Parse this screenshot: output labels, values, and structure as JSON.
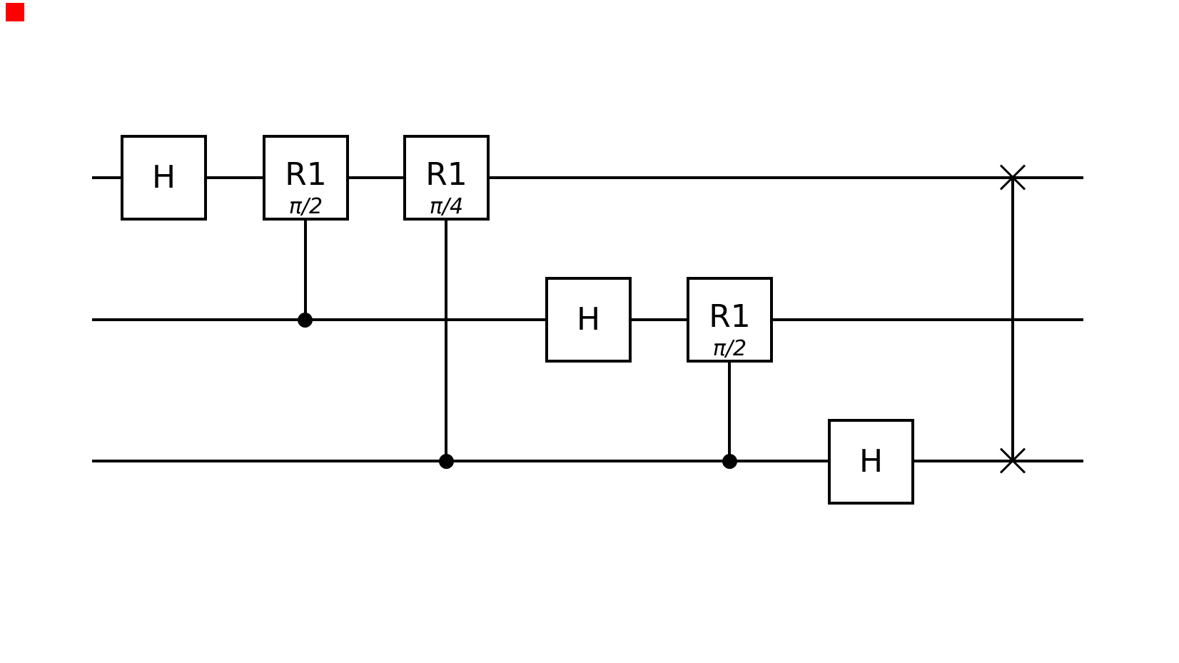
{
  "marker": {
    "color": "#ff0000"
  },
  "diagram": {
    "type": "quantum-circuit",
    "background": "#ffffff",
    "line_color": "#000000",
    "num_qubits": 3,
    "gates": [
      {
        "label": "H",
        "sub": "",
        "target_qubit": 0
      },
      {
        "label": "R1",
        "sub": "π/2",
        "target_qubit": 0,
        "control_qubit": 1
      },
      {
        "label": "R1",
        "sub": "π/4",
        "target_qubit": 0,
        "control_qubit": 2
      },
      {
        "label": "H",
        "sub": "",
        "target_qubit": 1
      },
      {
        "label": "R1",
        "sub": "π/2",
        "target_qubit": 1,
        "control_qubit": 2
      },
      {
        "label": "H",
        "sub": "",
        "target_qubit": 2
      },
      {
        "label": "SWAP",
        "sub": "",
        "qubits": [
          0,
          2
        ]
      }
    ]
  }
}
